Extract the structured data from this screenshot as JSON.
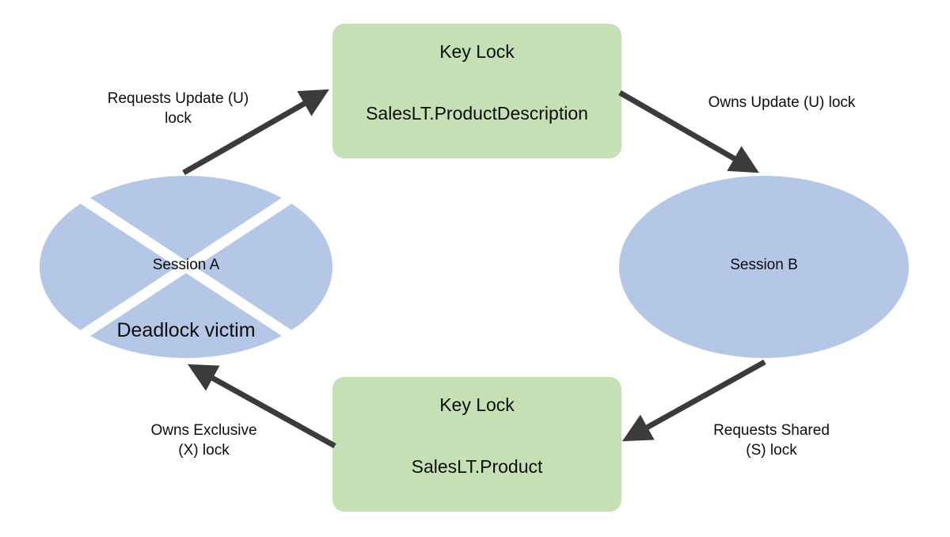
{
  "diagram": {
    "type": "deadlock-cycle",
    "colors": {
      "resource_fill": "#C5E0B4",
      "session_fill": "#B4C7E7",
      "arrow": "#3B3B3B",
      "text": "#0D0D0D",
      "background": "#FFFFFF",
      "victim_cross": "#FFFFFF"
    },
    "nodes": {
      "resource_top": {
        "title": "Key Lock",
        "subtitle": "SalesLT.ProductDescription"
      },
      "resource_bottom": {
        "title": "Key Lock",
        "subtitle": "SalesLT.Product"
      },
      "session_a": {
        "label": "Session A",
        "victim_label": "Deadlock victim",
        "is_victim": true
      },
      "session_b": {
        "label": "Session B",
        "is_victim": false
      }
    },
    "edges": [
      {
        "id": "a-requests-u",
        "from": "session_a",
        "to": "resource_top",
        "label": "Requests Update (U)\nlock"
      },
      {
        "id": "b-owns-u",
        "from": "resource_top",
        "to": "session_b",
        "label": "Owns Update (U) lock"
      },
      {
        "id": "b-requests-s",
        "from": "session_b",
        "to": "resource_bottom",
        "label": "Requests Shared\n(S) lock"
      },
      {
        "id": "a-owns-x",
        "from": "resource_bottom",
        "to": "session_a",
        "label": "Owns Exclusive\n(X) lock"
      }
    ]
  }
}
